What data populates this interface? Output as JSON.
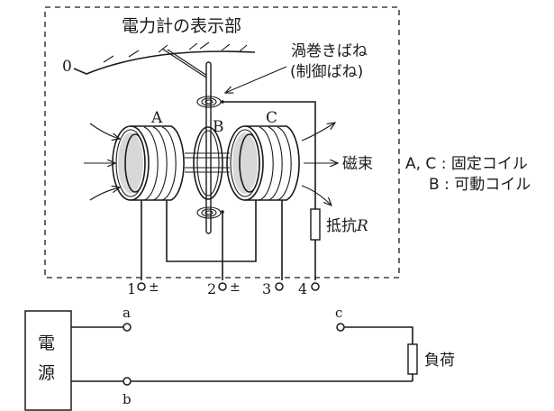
{
  "diagram": {
    "meter_section_label": "電力計の表示部",
    "scale_zero_label": "0",
    "spring_label_line1": "渦巻きばね",
    "spring_label_line2": "(制御ばね)",
    "coil_labels": {
      "a": "A",
      "b": "B",
      "c": "C"
    },
    "flux_label": "磁束",
    "resistor_label_prefix": "抵抗",
    "resistor_symbol": "R",
    "legend": {
      "line1": "A, C : 固定コイル",
      "line2": "B : 可動コイル"
    },
    "terminals": [
      {
        "number": "1",
        "polarity": "±"
      },
      {
        "number": "2",
        "polarity": "±"
      },
      {
        "number": "3",
        "polarity": ""
      },
      {
        "number": "4",
        "polarity": ""
      }
    ],
    "circuit": {
      "source_label_line1": "電",
      "source_label_line2": "源",
      "node_a": "a",
      "node_b": "b",
      "node_c": "c",
      "load_label": "負荷"
    }
  }
}
